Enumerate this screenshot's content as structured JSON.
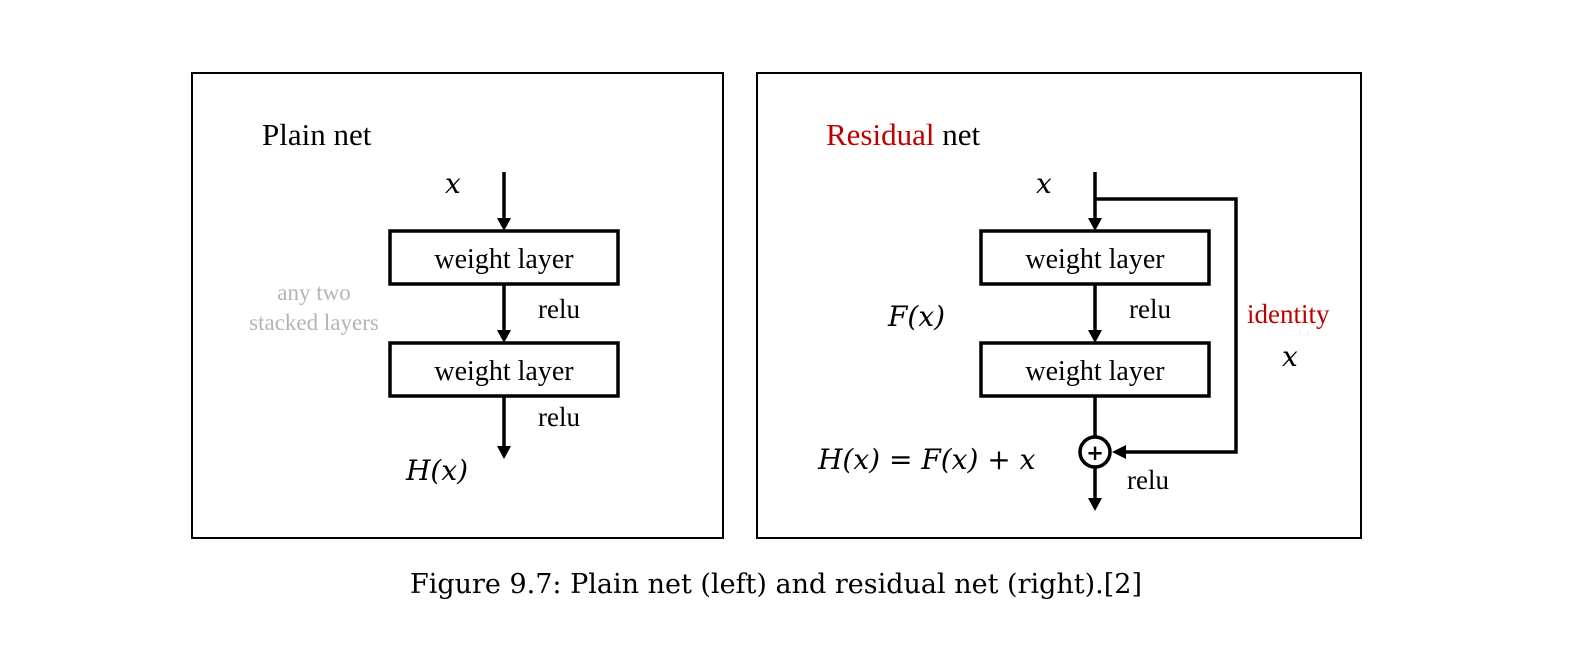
{
  "left_panel": {
    "title": "Plain net",
    "input_label": "x",
    "layer1_label": "weight layer",
    "layer2_label": "weight layer",
    "relu1_label": "relu",
    "relu2_label": "relu",
    "output_label": "H(x)",
    "annotation_line1": "any two",
    "annotation_line2": "stacked layers"
  },
  "right_panel": {
    "title_highlight": "Residual",
    "title_rest": " net",
    "input_label": "x",
    "layer1_label": "weight layer",
    "layer2_label": "weight layer",
    "relu1_label": "relu",
    "relu_out_label": "relu",
    "fx_label": "F(x)",
    "identity_label": "identity",
    "identity_x_label": "x",
    "sum_symbol": "+",
    "output_equation": "H(x) = F(x) + x"
  },
  "caption": "Figure 9.7: Plain net (left) and residual net (right).[2]",
  "colors": {
    "highlight": "#c00000",
    "annotation": "#b4b4b4"
  }
}
